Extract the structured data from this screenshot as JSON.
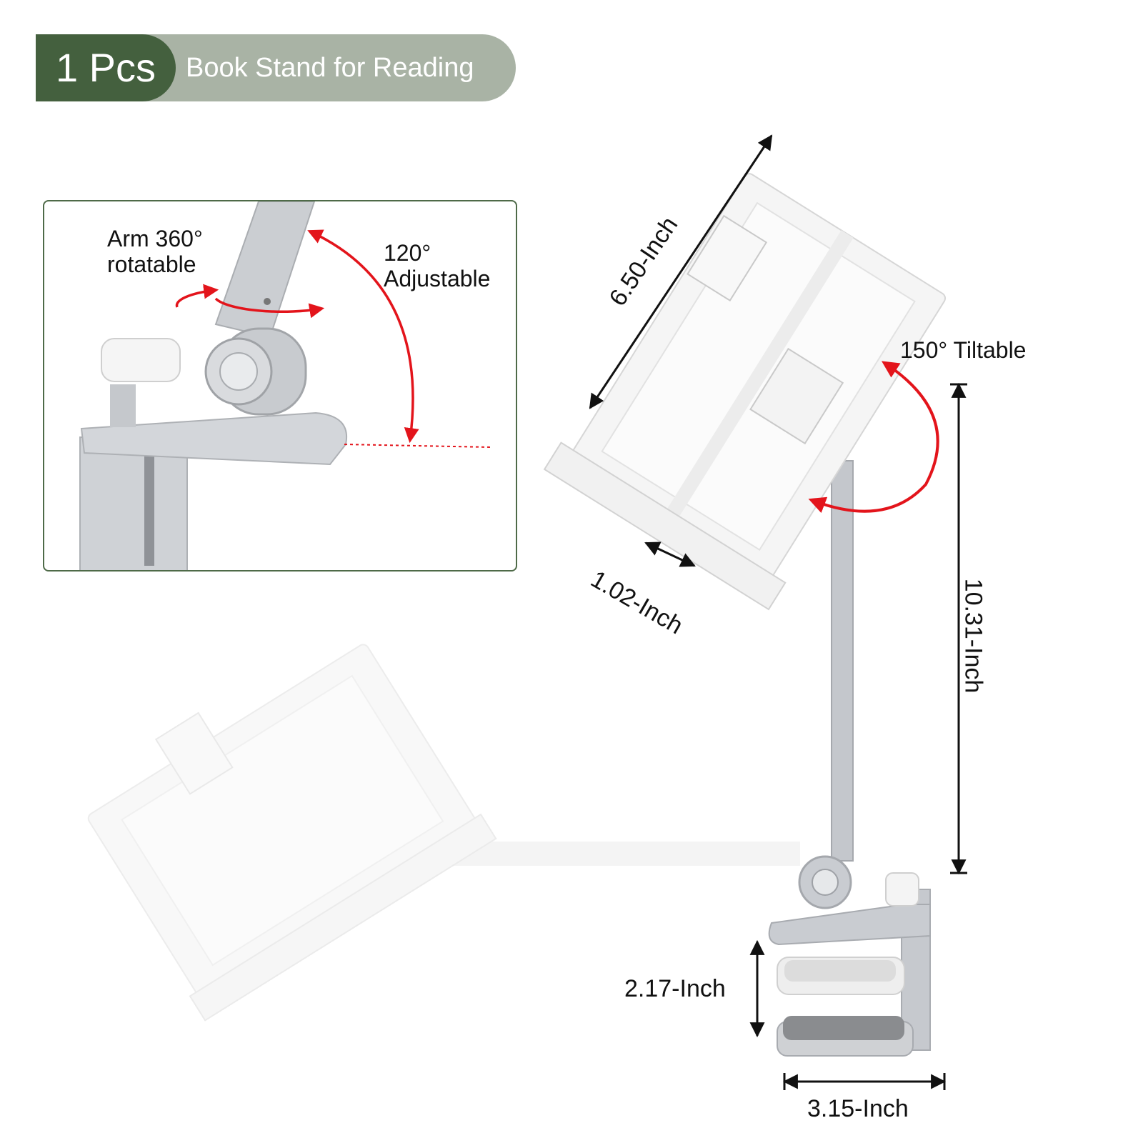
{
  "banner": {
    "count": "1 Pcs",
    "title": "Book Stand for Reading"
  },
  "inset": {
    "rotate_label_line1": "Arm 360°",
    "rotate_label_line2": "rotatable",
    "adjust_label_line1": "120°",
    "adjust_label_line2": "Adjustable"
  },
  "dimensions": {
    "height": "6.50-Inch",
    "lip": "1.02-Inch",
    "tilt": "150° Tiltable",
    "arm": "10.31-Inch",
    "clamp_opening": "2.17-Inch",
    "clamp_width": "3.15-Inch"
  },
  "colors": {
    "banner_dark": "#44603e",
    "banner_light": "#a9b3a5",
    "arrow_red": "#e3141b",
    "metal": "#c9ccd1"
  }
}
